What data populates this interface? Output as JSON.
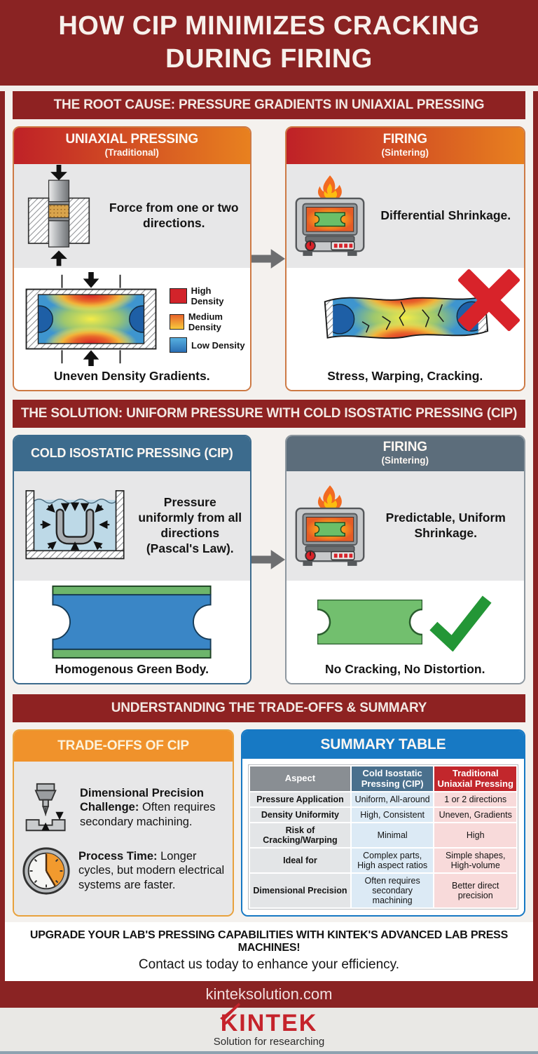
{
  "header": {
    "title_line1": "HOW CIP MINIMIZES CRACKING",
    "title_line2": "DURING FIRING"
  },
  "section_root_cause": {
    "banner": "THE ROOT CAUSE: PRESSURE GRADIENTS IN UNIAXIAL PRESSING",
    "uniaxial_panel": {
      "title": "UNIAXIAL PRESSING",
      "subtitle": "(Traditional)",
      "description": "Force from one or two directions.",
      "legend": [
        {
          "label": "High Density",
          "color": "#d2232a"
        },
        {
          "label": "Medium Density",
          "color": "#f5a31d"
        },
        {
          "label": "Low Density",
          "color": "#3585c6"
        }
      ],
      "caption": "Uneven Density Gradients."
    },
    "firing_panel": {
      "title": "FIRING",
      "subtitle": "(Sintering)",
      "description": "Differential Shrinkage.",
      "caption": "Stress, Warping, Cracking."
    }
  },
  "section_solution": {
    "banner": "THE SOLUTION: UNIFORM PRESSURE WITH COLD ISOSTATIC PRESSING (CIP)",
    "cip_panel": {
      "title": "COLD ISOSTATIC PRESSING (CIP)",
      "description": "Pressure uniformly from all directions (Pascal's Law).",
      "caption": "Homogenous Green Body."
    },
    "firing_panel": {
      "title": "FIRING",
      "subtitle": "(Sintering)",
      "description": "Predictable, Uniform Shrinkage.",
      "caption": "No Cracking, No Distortion."
    }
  },
  "section_tradeoffs": {
    "banner": "UNDERSTANDING THE TRADE-OFFS & SUMMARY",
    "tradeoffs_panel": {
      "title": "TRADE-OFFS OF CIP",
      "items": [
        {
          "icon": "machining-icon",
          "label_bold": "Dimensional Precision Challenge:",
          "label_text": "Often requires secondary machining."
        },
        {
          "icon": "clock-icon",
          "label_bold": "Process Time:",
          "label_text": "Longer cycles, but modern electrical systems are faster."
        }
      ]
    },
    "summary_panel": {
      "title": "SUMMARY TABLE",
      "table": {
        "headers": [
          "Aspect",
          "Cold Isostatic Pressing (CIP)",
          "Traditional Uniaxial Pressing"
        ],
        "rows": [
          [
            "Pressure Application",
            "Uniform, All-around",
            "1 or 2 directions"
          ],
          [
            "Density Uniformity",
            "High, Consistent",
            "Uneven, Gradients"
          ],
          [
            "Risk of Cracking/Warping",
            "Minimal",
            "High"
          ],
          [
            "Ideal for",
            "Complex parts, High aspect ratios",
            "Simple shapes, High-volume"
          ],
          [
            "Dimensional Precision",
            "Often requires secondary machining",
            "Better direct precision"
          ]
        ]
      }
    }
  },
  "cta": {
    "line_bold": "UPGRADE YOUR LAB'S PRESSING CAPABILITIES WITH KINTEK'S ADVANCED LAB PRESS MACHINES!",
    "line_regular": "Contact us today to enhance your efficiency."
  },
  "footer": {
    "website": "kinteksolution.com",
    "brand": "KINTEK",
    "tagline": "Solution for researching"
  },
  "icons": {
    "press": "uniaxial-press-icon",
    "furnace": "furnace-icon",
    "density_die": "density-gradient-die-icon",
    "warped_part": "warped-cracked-part-icon",
    "cross": "red-x-icon",
    "bath": "isostatic-bath-icon",
    "green_body": "green-body-icon",
    "sintered_part": "sintered-part-icon",
    "check": "green-checkmark-icon",
    "machining": "machining-icon",
    "clock": "clock-icon",
    "arrow": "right-arrow-icon"
  },
  "colors": {
    "dark_red": "#8a2323",
    "panel_gradient_red": "#bf2127",
    "panel_gradient_orange": "#e8811f",
    "steel_blue": "#3c6b8d",
    "slate": "#5c6d7b",
    "tradeoff_orange": "#f0922b",
    "summary_blue": "#1779c4",
    "table_header_red": "#c2272c"
  }
}
